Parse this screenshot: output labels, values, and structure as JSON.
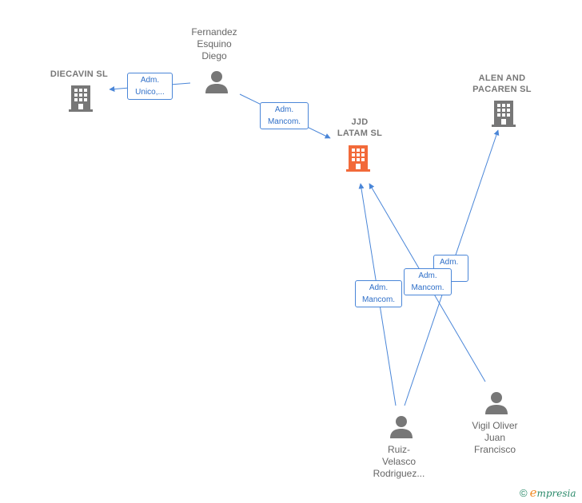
{
  "colors": {
    "edge": "#4a86d8",
    "focus_company": "#f26a3a",
    "company": "#777777",
    "person": "#777777"
  },
  "nodes": {
    "jjd_latam": {
      "label": "JJD\nLATAM  SL",
      "icon": "building-icon"
    },
    "diecavin": {
      "label": "DIECAVIN  SL",
      "icon": "building-icon"
    },
    "alen_pacaren": {
      "label": "ALEN AND\nPACAREN  SL",
      "icon": "building-icon"
    },
    "fernandez": {
      "label": "Fernandez\nEsquino\nDiego",
      "icon": "person-icon"
    },
    "ruiz": {
      "label": "Ruiz-\nVelasco\nRodriguez...",
      "icon": "person-icon"
    },
    "vigil": {
      "label": "Vigil Oliver\nJuan\nFrancisco",
      "icon": "person-icon"
    }
  },
  "roles": {
    "fernandez_diecavin": "Adm.\nUnico,...",
    "fernandez_jjd": "Adm.\nMancom.",
    "ruiz_jjd": "Adm.\nMancom.",
    "vigil_jjd": "Adm.\nMancom.",
    "ruiz_alen": "Adm.\nco"
  },
  "brand": {
    "copyright": "©",
    "initial": "e",
    "rest": "mpresia"
  }
}
